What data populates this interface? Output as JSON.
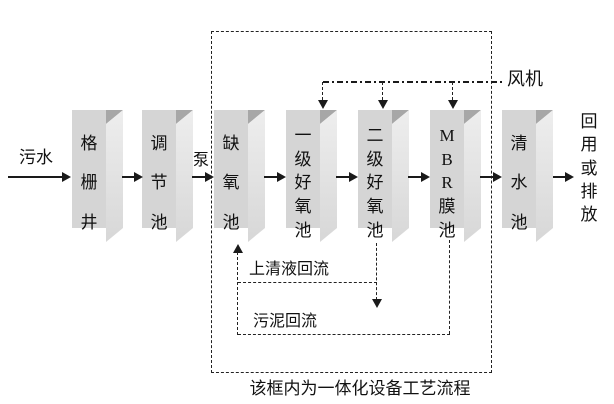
{
  "diagram": {
    "inflow_label": "污水",
    "pump_label": "泵",
    "blower_label": "风机",
    "outflow_label": "回用或排放",
    "supernatant_return_label": "上清液回流",
    "sludge_return_label": "污泥回流",
    "frame_caption": "该框内为一体化设备工艺流程",
    "tanks": [
      {
        "id": "grid-well",
        "label": "格栅井"
      },
      {
        "id": "regulating-tank",
        "label": "调节池"
      },
      {
        "id": "anoxic-tank",
        "label": "缺氧池"
      },
      {
        "id": "aerobic-tank-1",
        "label": "一级好氧池"
      },
      {
        "id": "aerobic-tank-2",
        "label": "二级好氧池"
      },
      {
        "id": "mbr-tank",
        "label": "MBR膜池"
      },
      {
        "id": "clean-water-tank",
        "label": "清水池"
      }
    ],
    "colors": {
      "box_front": "#d5d5d5",
      "box_top": "#a7a7a7",
      "box_side": "#eeeeee",
      "line": "#1a1a1a"
    }
  }
}
